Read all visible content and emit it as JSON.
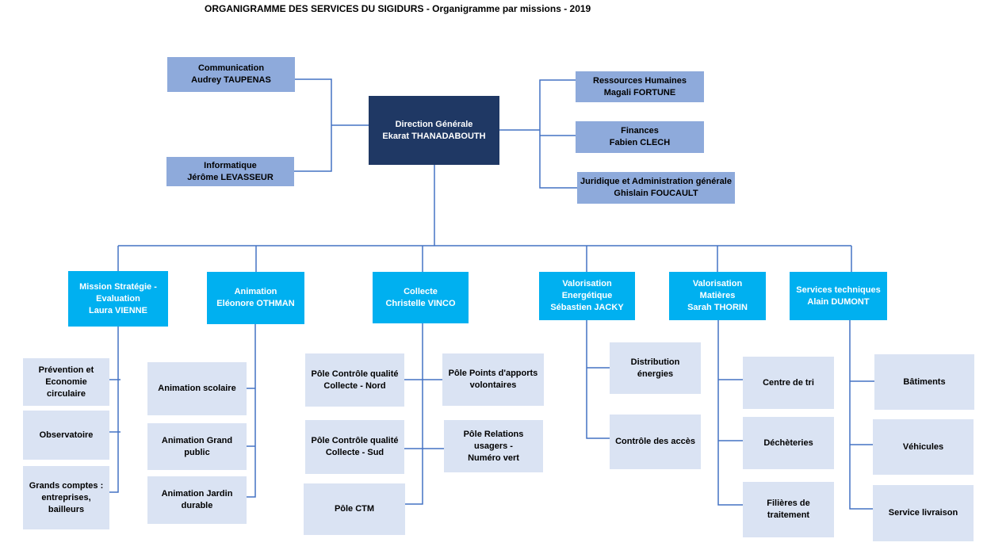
{
  "title": "ORGANIGRAMME DES SERVICES DU SIGIDURS - Organigramme par missions - 2019",
  "colors": {
    "direction": "#1f3864",
    "support": "#8eaadb",
    "mission": "#00b0f0",
    "pole": "#dae3f3",
    "connector": "#4472c4"
  },
  "direction": {
    "line1": "Direction Générale",
    "line2": "Ekarat THANADABOUTH"
  },
  "support_left": [
    {
      "line1": "Communication",
      "line2": "Audrey TAUPENAS"
    },
    {
      "line1": "Informatique",
      "line2": "Jérôme LEVASSEUR"
    }
  ],
  "support_right": [
    {
      "line1": "Ressources Humaines",
      "line2": "Magali FORTUNE"
    },
    {
      "line1": "Finances",
      "line2": "Fabien CLECH"
    },
    {
      "line1": "Juridique et Administration générale",
      "line2": "Ghislain FOUCAULT"
    }
  ],
  "missions": [
    {
      "line1": "Mission Stratégie -",
      "line2": "Evaluation",
      "line3": "Laura VIENNE"
    },
    {
      "line1": "Animation",
      "line2": "Eléonore OTHMAN"
    },
    {
      "line1": "Collecte",
      "line2": "Christelle VINCO"
    },
    {
      "line1": "Valorisation",
      "line2": "Energétique",
      "line3": "Sébastien JACKY"
    },
    {
      "line1": "Valorisation",
      "line2": "Matières",
      "line3": "Sarah THORIN"
    },
    {
      "line1": "Services techniques",
      "line2": "Alain DUMONT"
    }
  ],
  "poles": {
    "strategie": [
      {
        "line1": "Prévention et",
        "line2": "Economie",
        "line3": "circulaire"
      },
      {
        "line1": "Observatoire"
      },
      {
        "line1": "Grands comptes :",
        "line2": "entreprises,",
        "line3": "bailleurs"
      }
    ],
    "animation": [
      {
        "line1": "Animation scolaire"
      },
      {
        "line1": "Animation Grand",
        "line2": "public"
      },
      {
        "line1": "Animation Jardin",
        "line2": "durable"
      }
    ],
    "collecte_left": [
      {
        "line1": "Pôle Contrôle qualité",
        "line2": "Collecte - Nord"
      },
      {
        "line1": "Pôle Contrôle qualité",
        "line2": "Collecte - Sud"
      },
      {
        "line1": "Pôle CTM"
      }
    ],
    "collecte_right": [
      {
        "line1": "Pôle Points d'apports",
        "line2": "volontaires"
      },
      {
        "line1": "Pôle Relations",
        "line2": "usagers -",
        "line3": "Numéro vert"
      }
    ],
    "energie": [
      {
        "line1": "Distribution",
        "line2": "énergies"
      },
      {
        "line1": "Contrôle des accès"
      }
    ],
    "matieres": [
      {
        "line1": "Centre de tri"
      },
      {
        "line1": "Déchèteries"
      },
      {
        "line1": "Filières de",
        "line2": "traitement"
      }
    ],
    "techniques": [
      {
        "line1": "Bâtiments"
      },
      {
        "line1": "Véhicules"
      },
      {
        "line1": "Service livraison"
      }
    ]
  }
}
